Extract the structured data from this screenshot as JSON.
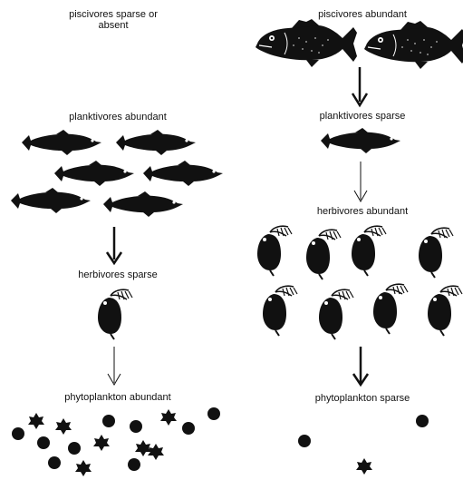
{
  "left": {
    "piscivores": "piscivores sparse or absent",
    "planktivores": "planktivores abundant",
    "herbivores": "herbivores sparse",
    "phytoplankton": "phytoplankton abundant"
  },
  "right": {
    "piscivores": "piscivores abundant",
    "planktivores": "planktivores sparse",
    "herbivores": "herbivores abundant",
    "phytoplankton": "phytoplankton sparse"
  },
  "colors": {
    "ink": "#111111",
    "background": "#ffffff"
  },
  "icons": {
    "piscivore": "bass-fish-icon",
    "planktivore": "minnow-fish-icon",
    "herbivore": "zooplankton-icon",
    "phytoplankton": "algae-cell-icon"
  }
}
